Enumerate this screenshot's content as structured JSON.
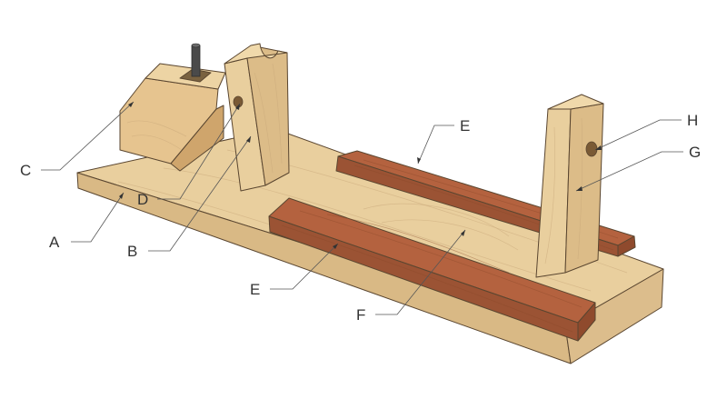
{
  "labels": {
    "A": "A",
    "B": "B",
    "C": "C",
    "D": "D",
    "E_top": "E",
    "E_bottom": "E",
    "F": "F",
    "G": "G",
    "H": "H"
  },
  "colors": {
    "light_wood": "#e9cf9e",
    "light_wood_side": "#d9b985",
    "dark_wood": "#b4623f",
    "dark_wood_side": "#8f4a2d",
    "pin": "#4a4a4a"
  }
}
